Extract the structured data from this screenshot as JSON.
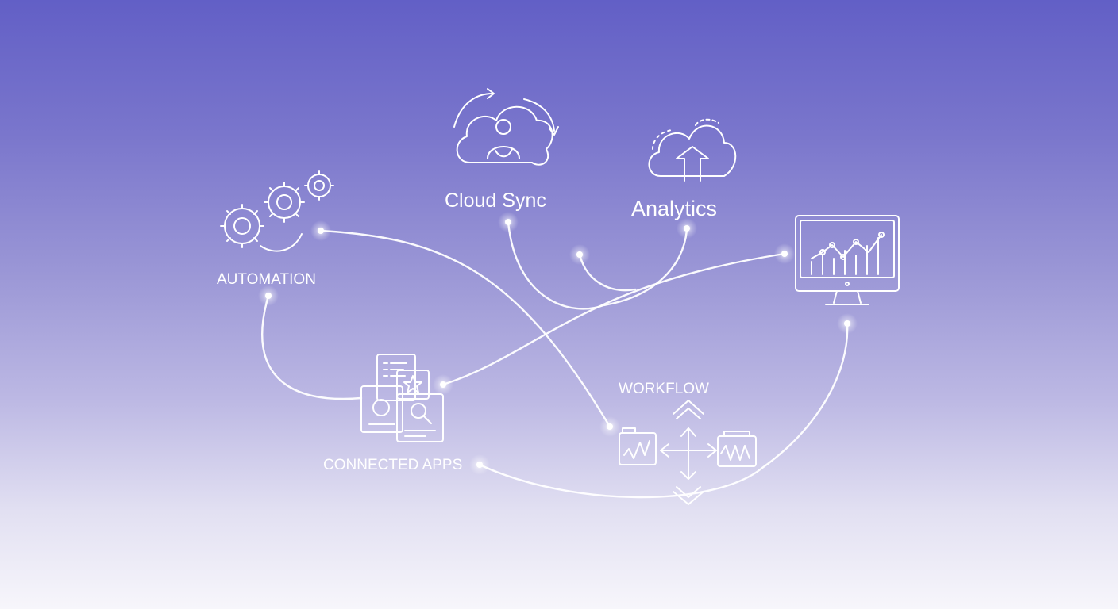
{
  "labels": {
    "cloud_sync": "Cloud Sync",
    "analytics": "Analytics",
    "automation": "AUTOMATION",
    "workflow": "WORKFLOW",
    "connected_apps": "CONNECTED APPS"
  },
  "icons": {
    "cloud_sync": "cloud-sync-icon",
    "analytics": "cloud-upload-icon",
    "automation": "gears-icon",
    "connected_apps": "app-cards-icon",
    "workflow": "workflow-icon",
    "dashboard": "monitor-chart-icon"
  },
  "colors": {
    "background_top": "#625fc6",
    "background_bottom": "#f7f6fb",
    "line": "#ffffff"
  }
}
